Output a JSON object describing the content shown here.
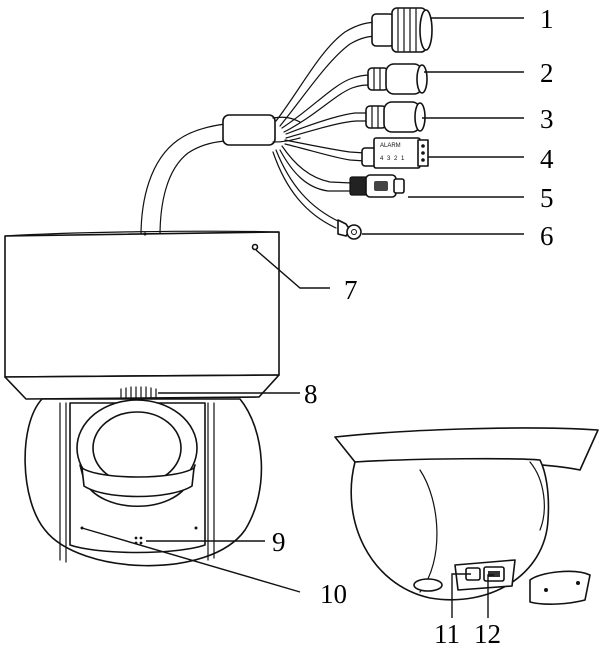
{
  "callouts": [
    "1",
    "2",
    "3",
    "4",
    "5",
    "6",
    "7",
    "8",
    "9",
    "10",
    "11",
    "12"
  ],
  "alarm_connector": {
    "label": "ALARM",
    "pins": [
      "4",
      "3",
      "2",
      "1"
    ]
  }
}
